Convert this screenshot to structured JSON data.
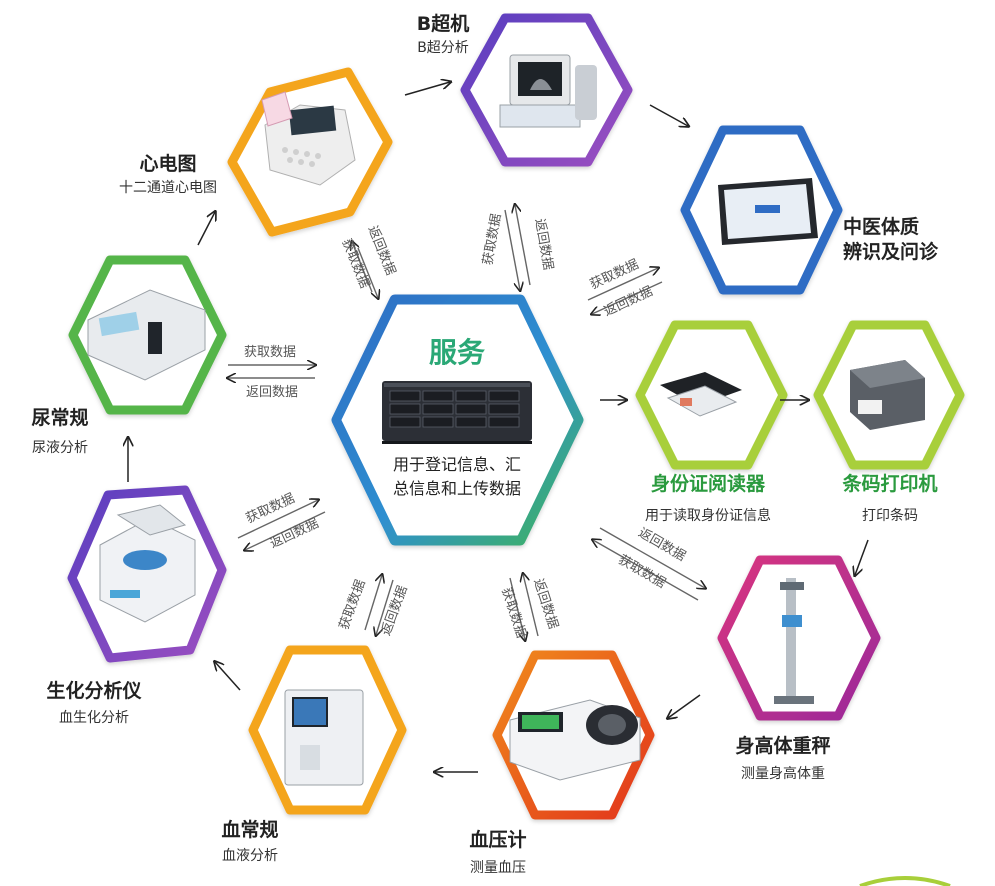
{
  "center": {
    "title": "服务",
    "desc_line1": "用于登记信息、汇",
    "desc_line2": "总信息和上传数据",
    "title_color": "#2aa876"
  },
  "flow_labels": {
    "get": "获取数据",
    "ret": "返回数据"
  },
  "devices": {
    "ecg": {
      "title": "心电图",
      "sub": "十二通道心电图",
      "device_icon": "ecg-machine-icon"
    },
    "bultra": {
      "title": "B超机",
      "sub": "B超分析",
      "device_icon": "ultrasound-machine-icon"
    },
    "tcm": {
      "title_line1": "中医体质",
      "title_line2": "辨识及问诊",
      "device_icon": "tablet-icon"
    },
    "urine": {
      "title": "尿常规",
      "sub": "尿液分析",
      "device_icon": "urine-analyzer-icon"
    },
    "idreader": {
      "title": "身份证阅读器",
      "sub": "用于读取身份证信息",
      "device_icon": "id-card-reader-icon"
    },
    "barcode": {
      "title": "条码打印机",
      "sub": "打印条码",
      "device_icon": "barcode-printer-icon"
    },
    "biochem": {
      "title": "生化分析仪",
      "sub": "血生化分析",
      "device_icon": "biochemistry-analyzer-icon"
    },
    "height": {
      "title": "身高体重秤",
      "sub": "测量身高体重",
      "device_icon": "height-scale-icon"
    },
    "blood": {
      "title": "血常规",
      "sub": "血液分析",
      "device_icon": "hematology-analyzer-icon"
    },
    "bp": {
      "title": "血压计",
      "sub": "测量血压",
      "device_icon": "blood-pressure-monitor-icon"
    }
  },
  "colors": {
    "orange": "#f4a51c",
    "purple": "#7b3fb0",
    "blue": "#2f6cc4",
    "green": "#55b548",
    "lime": "#a8cf3a",
    "magenta": "#c2267f",
    "red": "#e2351f",
    "center_blue": "#2f6cc4",
    "center_green": "#3fb55a"
  }
}
